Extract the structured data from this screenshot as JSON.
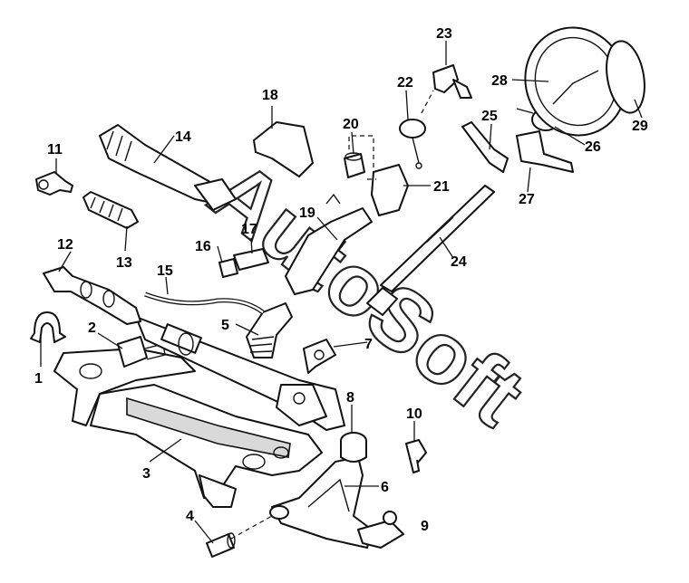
{
  "watermark": "AutoSoft",
  "callouts": {
    "c1": "1",
    "c2": "2",
    "c3": "3",
    "c4": "4",
    "c5": "5",
    "c6": "6",
    "c7": "7",
    "c8": "8",
    "c9": "9",
    "c10": "10",
    "c11": "11",
    "c12": "12",
    "c13": "13",
    "c14": "14",
    "c15": "15",
    "c16": "16",
    "c17": "17",
    "c18": "18",
    "c19": "19",
    "c20": "20",
    "c21": "21",
    "c22": "22",
    "c23": "23",
    "c24": "24",
    "c25": "25",
    "c26": "26",
    "c27": "27",
    "c28": "28",
    "c29": "29"
  }
}
